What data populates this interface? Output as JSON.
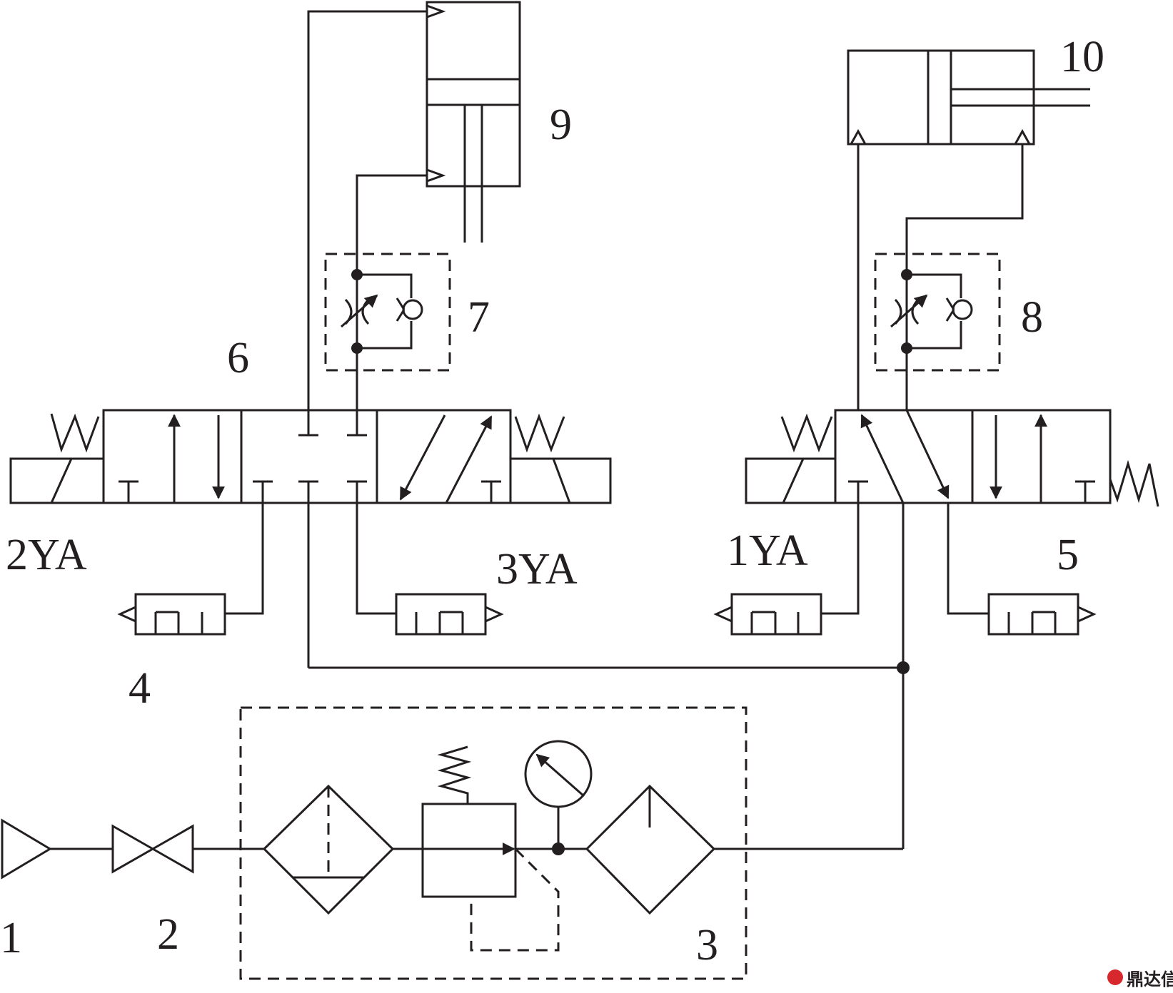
{
  "diagram": {
    "labels": {
      "source": "1",
      "stop_valve": "2",
      "frl_unit": "3",
      "silencer_left": "4",
      "valve_right": "5",
      "valve_left": "6",
      "flow_control_left": "7",
      "flow_control_right": "8",
      "cylinder_vertical": "9",
      "cylinder_horizontal": "10",
      "solenoid_2": "2YA",
      "solenoid_3": "3YA",
      "solenoid_1": "1YA"
    }
  },
  "watermark": {
    "text": "鼎达信",
    "color": "#d7282d"
  }
}
